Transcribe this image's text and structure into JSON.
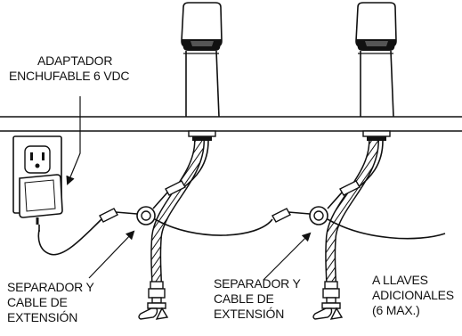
{
  "labels": {
    "adapter": {
      "line1": "ADAPTADOR",
      "line2": "ENCHUFABLE 6 VDC"
    },
    "splitter_left": {
      "line1": "SEPARADOR Y",
      "line2": "CABLE DE",
      "line3": "EXTENSIÓN"
    },
    "splitter_right": {
      "line1": "SEPARADOR Y",
      "line2": "CABLE DE",
      "line3": "EXTENSIÓN"
    },
    "additional": {
      "line1": "A LLAVES",
      "line2": "ADICIONALES",
      "line3": "(6 MAX.)"
    }
  },
  "icons": [
    "faucet-icon",
    "wall-outlet-icon",
    "plug-in-adapter-icon",
    "cable-splitter-icon",
    "supply-hose-icon",
    "stop-valve-icon",
    "arrow-icon"
  ],
  "colors": {
    "line": "#111111",
    "background": "#ffffff"
  }
}
